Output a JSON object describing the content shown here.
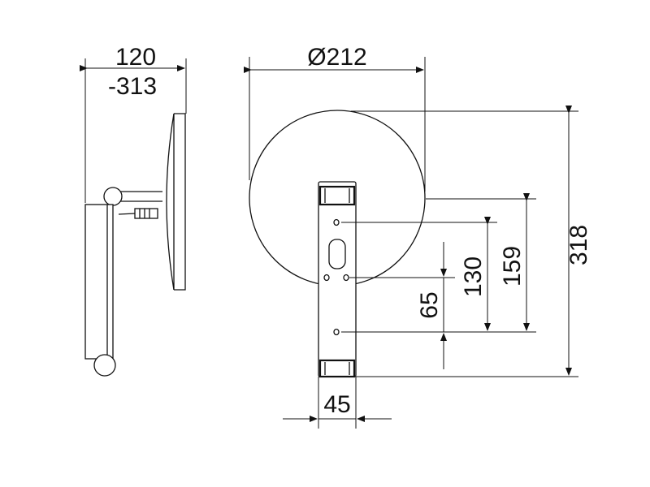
{
  "dimensions": {
    "projection_top": "120",
    "projection_bottom": "-313",
    "diameter": "Ø212",
    "total_height": "318",
    "height_159": "159",
    "height_130": "130",
    "height_65": "65",
    "plate_width": "45"
  },
  "colors": {
    "line": "#111111",
    "background": "#ffffff"
  }
}
